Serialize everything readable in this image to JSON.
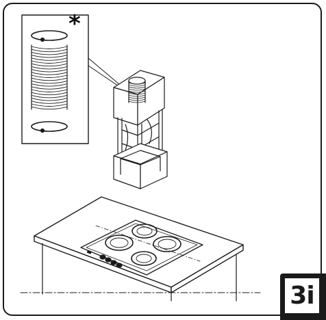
{
  "step_label": "3i",
  "inset_marker": "*",
  "parts": {
    "inset": "flexible-duct-with-clamps",
    "hood": "chimney-frame-assembly",
    "appliance": "electric-hob-on-worktop"
  },
  "colors": {
    "ink": "#1a1a1a",
    "background": "#ffffff"
  }
}
